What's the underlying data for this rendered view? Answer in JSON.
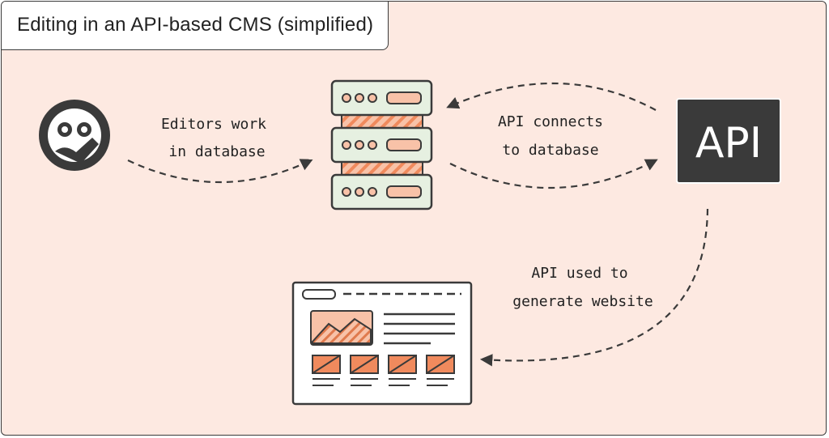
{
  "title": "Editing in an API-based CMS (simplified)",
  "nodes": {
    "editor": {
      "icon": "editor-face-icon"
    },
    "database": {
      "icon": "server-stack-icon"
    },
    "api": {
      "label": "API"
    },
    "website": {
      "icon": "website-layout-icon"
    }
  },
  "edges": {
    "editor_to_db": {
      "line1": "Editors work",
      "line2": "in database"
    },
    "api_db": {
      "line1": "API connects",
      "line2": "to database"
    },
    "api_to_website": {
      "line1": "API used to",
      "line2": "generate website"
    }
  },
  "colors": {
    "background": "#fde9e1",
    "outline": "#3a3a3a",
    "server_fill": "#e6f0e1",
    "accent_orange": "#f08a5d",
    "accent_peach": "#f8c2a8",
    "api_box": "#3a3a3a"
  }
}
